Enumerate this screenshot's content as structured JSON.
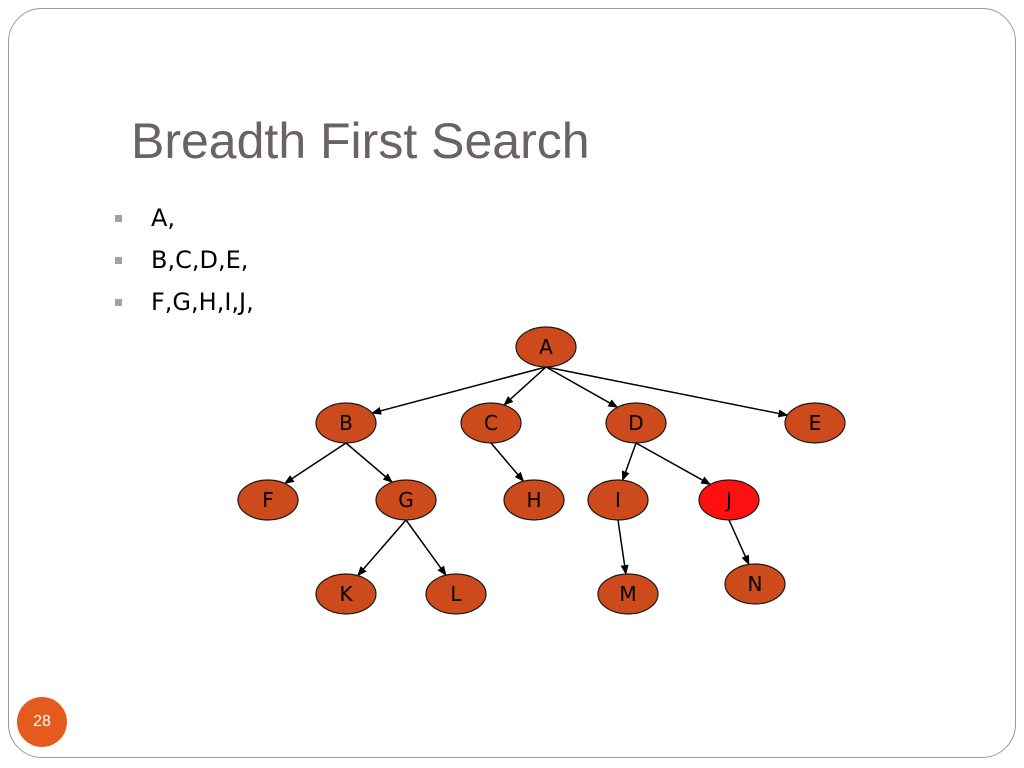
{
  "slide": {
    "title": "Breadth First Search",
    "bullets": [
      "A,",
      "B,C,D,E,",
      "F,G,H,I,J,"
    ],
    "page_number": "28"
  },
  "colors": {
    "node_fill": "#cc4a1c",
    "highlight_fill": "#ff1010",
    "title": "#6b6264",
    "bullet_marker": "#9aa6a6",
    "page_badge": "#e55a1d"
  },
  "tree": {
    "nodes": [
      {
        "id": "A",
        "label": "A",
        "highlight": false
      },
      {
        "id": "B",
        "label": "B",
        "highlight": false
      },
      {
        "id": "C",
        "label": "C",
        "highlight": false
      },
      {
        "id": "D",
        "label": "D",
        "highlight": false
      },
      {
        "id": "E",
        "label": "E",
        "highlight": false
      },
      {
        "id": "F",
        "label": "F",
        "highlight": false
      },
      {
        "id": "G",
        "label": "G",
        "highlight": false
      },
      {
        "id": "H",
        "label": "H",
        "highlight": false
      },
      {
        "id": "I",
        "label": "I",
        "highlight": false
      },
      {
        "id": "J",
        "label": "J",
        "highlight": true
      },
      {
        "id": "K",
        "label": "K",
        "highlight": false
      },
      {
        "id": "L",
        "label": "L",
        "highlight": false
      },
      {
        "id": "M",
        "label": "M",
        "highlight": false
      },
      {
        "id": "N",
        "label": "N",
        "highlight": false
      }
    ],
    "edges": [
      [
        "A",
        "B"
      ],
      [
        "A",
        "C"
      ],
      [
        "A",
        "D"
      ],
      [
        "A",
        "E"
      ],
      [
        "B",
        "F"
      ],
      [
        "B",
        "G"
      ],
      [
        "C",
        "H"
      ],
      [
        "D",
        "I"
      ],
      [
        "D",
        "J"
      ],
      [
        "G",
        "K"
      ],
      [
        "G",
        "L"
      ],
      [
        "I",
        "M"
      ],
      [
        "J",
        "N"
      ]
    ]
  }
}
